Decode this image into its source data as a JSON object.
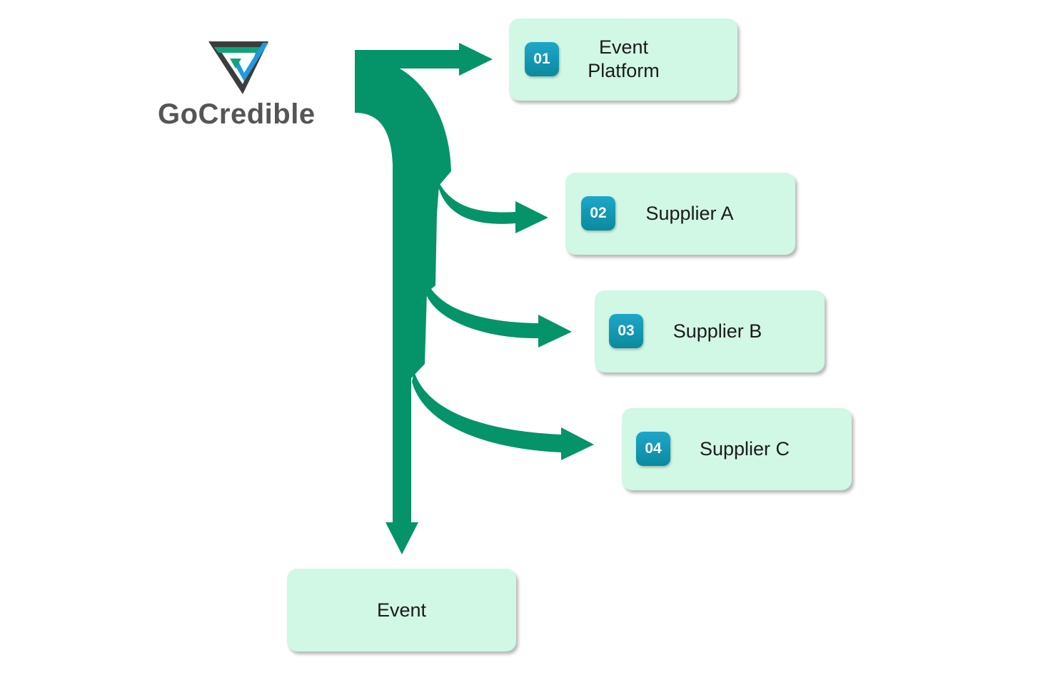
{
  "brand": {
    "name": "GoCredible",
    "logo_icon": "gocredible-triangle-logo",
    "colors": {
      "logo_dark": "#3d3d3d",
      "logo_green": "#0ea57a",
      "logo_blue": "#1e9be0"
    }
  },
  "flow": {
    "arrow_color": "#05936a",
    "node_fill": "#d1f7e5",
    "badge_color": "#1596b8"
  },
  "nodes": [
    {
      "badge": "01",
      "label": "Event Platform"
    },
    {
      "badge": "02",
      "label": "Supplier A"
    },
    {
      "badge": "03",
      "label": "Supplier B"
    },
    {
      "badge": "04",
      "label": "Supplier C"
    }
  ],
  "bottom_node": {
    "label": "Event"
  }
}
